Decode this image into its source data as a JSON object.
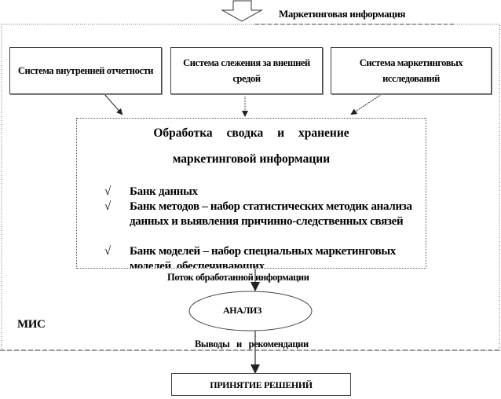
{
  "input_label": "Маркетинговая информация",
  "sources": [
    {
      "label": "Система внутренней отчетности"
    },
    {
      "label": "Система слежения за внешней средой"
    },
    {
      "label": "Система маркетинговых исследований"
    }
  ],
  "processing": {
    "title_line1": "Обработка сводка и хранение",
    "title_line2": "маркетинговой информации",
    "check_glyph": "√",
    "items": [
      {
        "bold": "Банк данных",
        "rest": ""
      },
      {
        "bold": "Банк методов",
        "rest": " – набор статистических методик анализа данных и выявления причинно-следственных связей"
      },
      {
        "bold": "Банк моделей",
        "rest": " – набор специальных маркетинговых моделей, обеспечивающих"
      }
    ]
  },
  "flow_label": "Поток обработанной информации",
  "analysis_label": "АНАЛИЗ",
  "mis_label": "МИС",
  "conclusions_label": "Выводы и рекомендации",
  "decision_label": "ПРИНЯТИЕ РЕШЕНИЙ"
}
